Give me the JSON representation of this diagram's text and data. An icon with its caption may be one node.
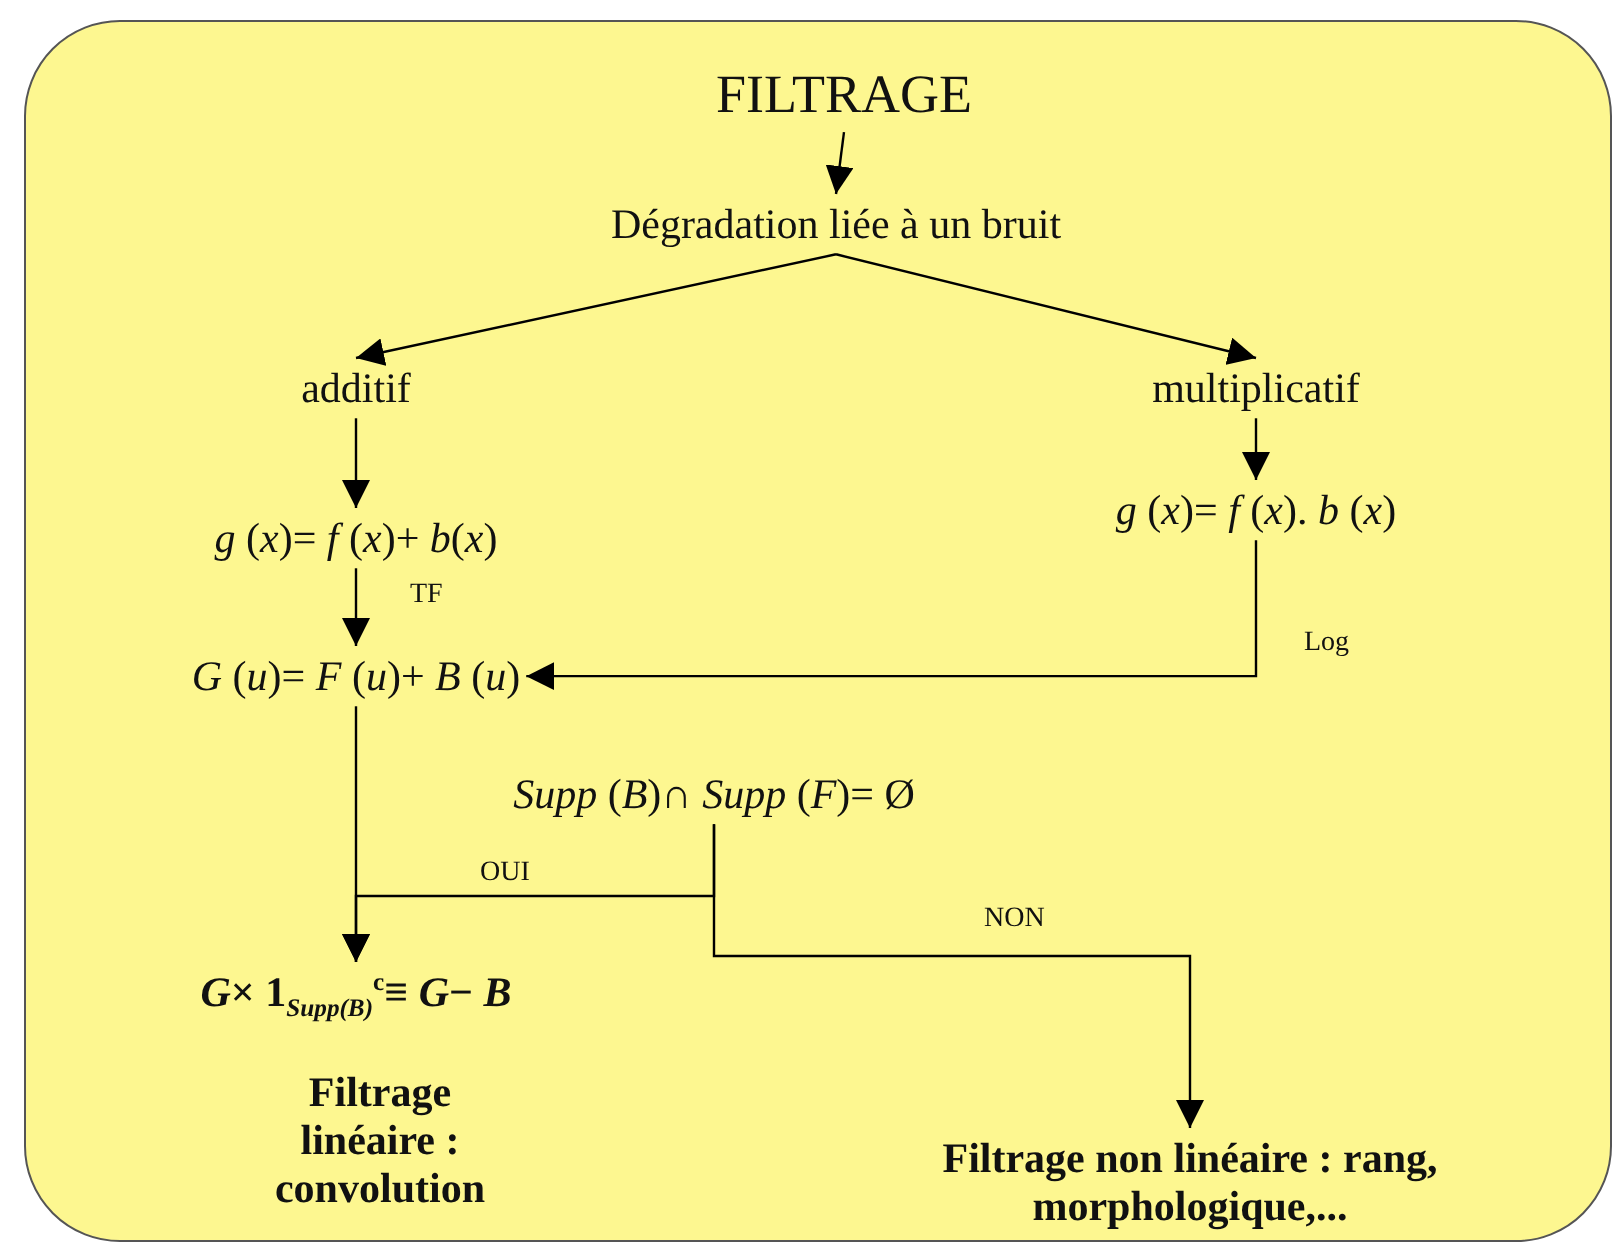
{
  "diagram": {
    "nodes": [
      {
        "text": [
          "FILTRAGE"
        ]
      },
      {
        "text": [
          "Dégradation liée à un bruit"
        ]
      },
      {
        "text": [
          "additif"
        ]
      },
      {
        "text": [
          "multiplicatif"
        ]
      },
      {
        "text": [
          "*g* (*x*)= *f* (*x*)+ *b*(*x*)"
        ]
      },
      {
        "text": [
          "*g* (*x*)= *f* (*x*). *b* (*x*)"
        ]
      },
      {
        "text": [
          "*G* (*u*)= *F* (*u*)+ *B* (*u*)"
        ]
      },
      {
        "text": [
          "*Supp* (*B*)∩ *Supp* (*F*)= Ø"
        ]
      },
      {
        "text": [
          "*G*× **1**$_{Supp(B)}$$^{c}$≡ *G*− *B*"
        ]
      },
      {
        "text": [
          "Filtrage linéaire : convolution"
        ]
      },
      {
        "text": [
          "Filtrage non linéaire : rang, morphologique,..."
        ]
      }
    ],
    "edges": [
      {
        "from": 0,
        "to": 1,
        "arrow": "to"
      },
      {
        "from": 1,
        "to": 2,
        "arrow": "to"
      },
      {
        "from": 1,
        "to": 3,
        "arrow": "to"
      },
      {
        "from": 2,
        "to": 4,
        "arrow": "to"
      },
      {
        "from": 3,
        "to": 5,
        "arrow": "to"
      },
      {
        "from": 4,
        "to": 6,
        "arrow": "to",
        "label": "TF"
      },
      {
        "from": 5,
        "to": 6,
        "arrow": "to",
        "label": "Log"
      },
      {
        "from": 6,
        "to": 8,
        "arrow": "to"
      },
      {
        "from": 7,
        "to": 8,
        "arrow": "to",
        "label": "OUI"
      },
      {
        "from": 7,
        "to": 10,
        "arrow": "to",
        "label": "NON"
      }
    ]
  }
}
